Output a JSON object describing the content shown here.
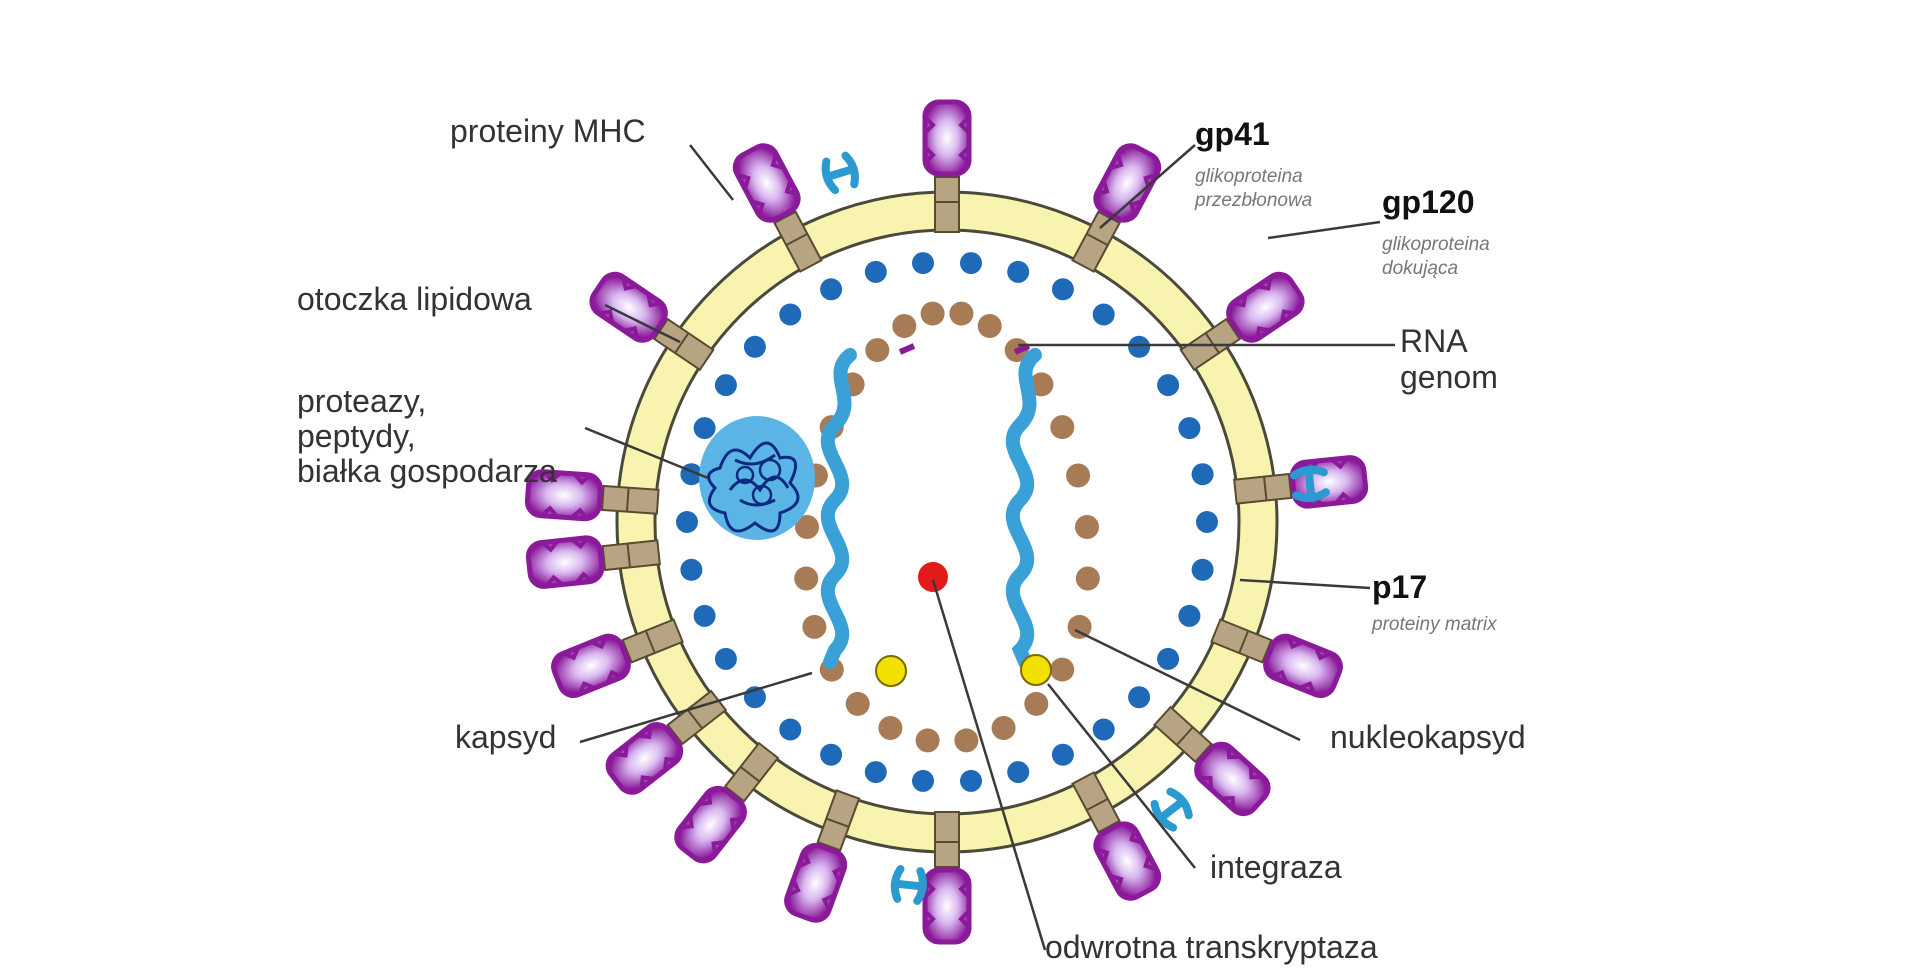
{
  "labels": {
    "mhc": "proteiny MHC",
    "gp41": "gp41",
    "gp41_sub_1": "glikoproteina",
    "gp41_sub_2": "przezbłonowa",
    "gp120": "gp120",
    "gp120_sub_1": "glikoproteina",
    "gp120_sub_2": "dokująca",
    "lipid": "otoczka lipidowa",
    "rna_1": "RNA",
    "rna_2": "genom",
    "protease_1": "proteazy,",
    "protease_2": "peptydy,",
    "protease_3": "białka gospodarza",
    "p17": "p17",
    "p17_sub": "proteiny matrix",
    "capsid": "kapsyd",
    "nucleocapsid": "nukleokapsyd",
    "integrase": "integraza",
    "rt": "odwrotna transkryptaza"
  },
  "colors": {
    "envelope": "#f8f4b0",
    "envelope_stroke": "#4a4a3a",
    "matrix_dot": "#1f6ab8",
    "capsid_dot": "#a77b55",
    "rna": "#3aa0d8",
    "integrase": "#f2e000",
    "reverse_transcriptase": "#e21a1a",
    "gp120_purple": "#8a1a9a",
    "gp120_light": "#d9b8f0",
    "mhc": "#2a9ad0",
    "host_protein_blob": "#5ab4e6"
  }
}
